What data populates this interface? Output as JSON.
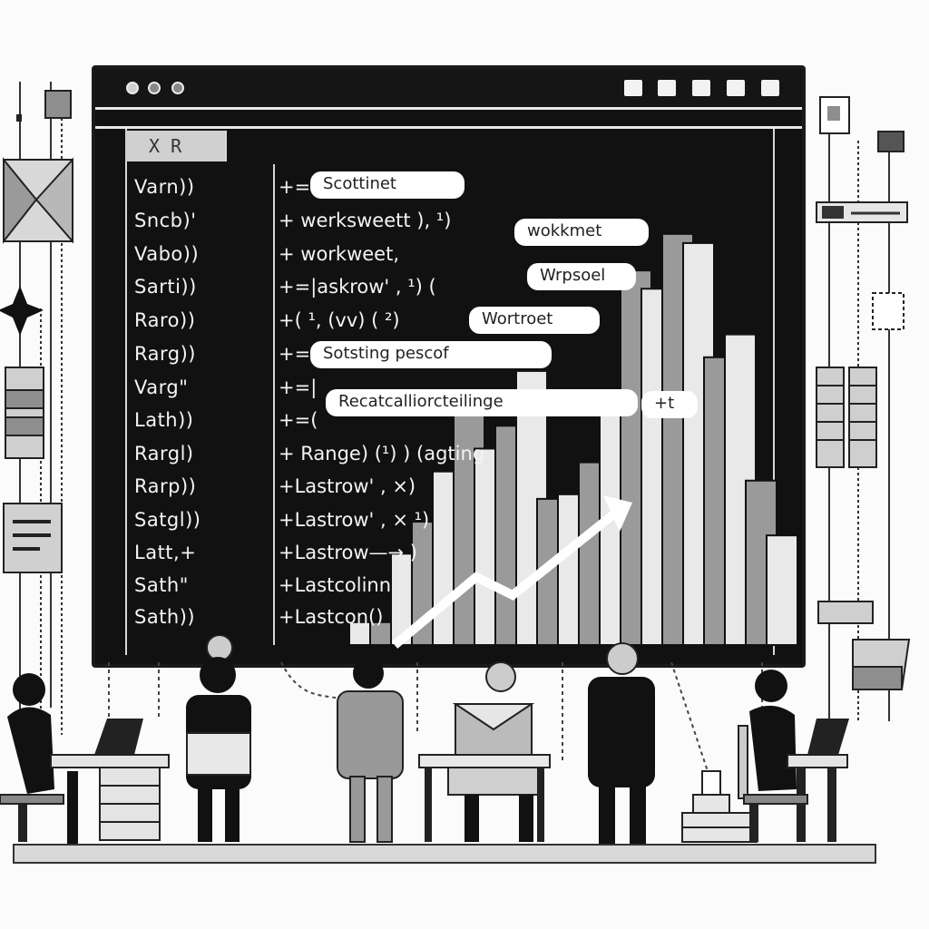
{
  "window": {
    "tab_header": "X R",
    "variables": [
      "Varn))",
      "Sncb)'",
      "Vabo))",
      "Sarti))",
      "Raro))",
      "Rarg))",
      "Varg\"",
      "Lath))",
      "Rargl)",
      "Rarp))",
      "Satgl))",
      "Latt,+",
      "Sath\"",
      "Sath))"
    ],
    "code_lines": [
      "+=",
      "+ werksweett ), ¹)",
      "+ workweet,",
      "+=|askrow' , ¹) (",
      "+( ¹, (vv) ( ²)",
      "+=",
      "+=|",
      "+=(",
      "+ Range) (¹) ) (agting",
      "+Lastrow' , ×)",
      "+Lastrow' , × ¹)",
      "+Lastrow—→ )",
      "+Lastcolinn",
      "+Lastcon()"
    ],
    "pills": {
      "p1": "Scottinet",
      "p2": "wokkmet",
      "p3": "Wrpsoel",
      "p4": "Wortroet",
      "p5": "Sotsting pescof",
      "p6": "Recatcalliorcteilinge",
      "p7": "+t"
    }
  },
  "chart_data": {
    "type": "bar",
    "categories": [],
    "values": [
      0.05,
      0.05,
      0.2,
      0.27,
      0.38,
      0.52,
      0.43,
      0.48,
      0.6,
      0.32,
      0.33,
      0.4,
      0.55,
      0.82,
      0.78,
      0.9,
      0.88,
      0.63,
      0.68,
      0.36,
      0.24
    ],
    "series_note_colors": [
      "#e9e9e9",
      "#9a9a9a"
    ],
    "trend": "up"
  },
  "colors": {
    "window_bg": "#111111",
    "light_gray": "#d5d5d5",
    "mid_gray": "#8f8f8f",
    "dark": "#1a1a1a"
  }
}
